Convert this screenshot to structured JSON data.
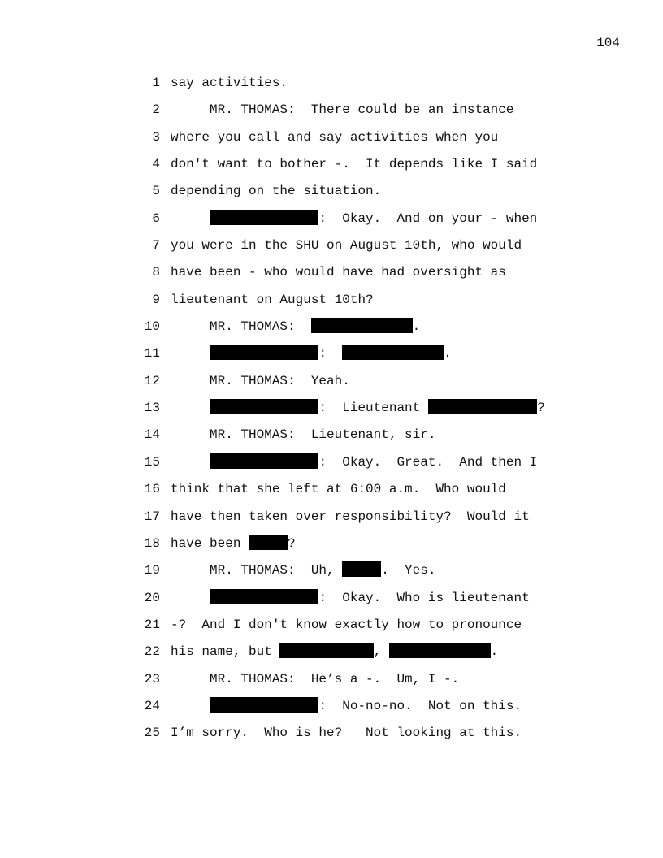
{
  "page": {
    "number": "104"
  },
  "redaction_color": "#000000",
  "transcript": {
    "lines": [
      {
        "num": "1",
        "segments": [
          {
            "t": "say activities."
          }
        ]
      },
      {
        "num": "2",
        "segments": [
          {
            "t": "     MR. THOMAS:  There could be an instance"
          }
        ]
      },
      {
        "num": "3",
        "segments": [
          {
            "t": "where you call and say activities when you"
          }
        ]
      },
      {
        "num": "4",
        "segments": [
          {
            "t": "don't want to bother -.  It depends like I said"
          }
        ]
      },
      {
        "num": "5",
        "segments": [
          {
            "t": "depending on the situation."
          }
        ]
      },
      {
        "num": "6",
        "segments": [
          {
            "t": "     "
          },
          {
            "r": 14
          },
          {
            "t": ":  Okay.  And on your - when"
          }
        ]
      },
      {
        "num": "7",
        "segments": [
          {
            "t": "you were in the SHU on August 10th, who would"
          }
        ]
      },
      {
        "num": "8",
        "segments": [
          {
            "t": "have been - who would have had oversight as"
          }
        ]
      },
      {
        "num": "9",
        "segments": [
          {
            "t": "lieutenant on August 10th?"
          }
        ]
      },
      {
        "num": "10",
        "segments": [
          {
            "t": "     MR. THOMAS:  "
          },
          {
            "r": 13
          },
          {
            "t": "."
          }
        ]
      },
      {
        "num": "11",
        "segments": [
          {
            "t": "     "
          },
          {
            "r": 14
          },
          {
            "t": ":  "
          },
          {
            "r": 13
          },
          {
            "t": "."
          }
        ]
      },
      {
        "num": "12",
        "segments": [
          {
            "t": "     MR. THOMAS:  Yeah."
          }
        ]
      },
      {
        "num": "13",
        "segments": [
          {
            "t": "     "
          },
          {
            "r": 14
          },
          {
            "t": ":  Lieutenant "
          },
          {
            "r": 14
          },
          {
            "t": "?"
          }
        ]
      },
      {
        "num": "14",
        "segments": [
          {
            "t": "     MR. THOMAS:  Lieutenant, sir."
          }
        ]
      },
      {
        "num": "15",
        "segments": [
          {
            "t": "     "
          },
          {
            "r": 14
          },
          {
            "t": ":  Okay.  Great.  And then I"
          }
        ]
      },
      {
        "num": "16",
        "segments": [
          {
            "t": "think that she left at 6:00 a.m.  Who would"
          }
        ]
      },
      {
        "num": "17",
        "segments": [
          {
            "t": "have then taken over responsibility?  Would it"
          }
        ]
      },
      {
        "num": "18",
        "segments": [
          {
            "t": "have been "
          },
          {
            "r": 5
          },
          {
            "t": "?"
          }
        ]
      },
      {
        "num": "19",
        "segments": [
          {
            "t": "     MR. THOMAS:  Uh, "
          },
          {
            "r": 5
          },
          {
            "t": ".  Yes."
          }
        ]
      },
      {
        "num": "20",
        "segments": [
          {
            "t": "     "
          },
          {
            "r": 14
          },
          {
            "t": ":  Okay.  Who is lieutenant"
          }
        ]
      },
      {
        "num": "21",
        "segments": [
          {
            "t": "-?  And I don't know exactly how to pronounce"
          }
        ]
      },
      {
        "num": "22",
        "segments": [
          {
            "t": "his name, but "
          },
          {
            "r": 12
          },
          {
            "t": ", "
          },
          {
            "r": 13
          },
          {
            "t": "."
          }
        ]
      },
      {
        "num": "23",
        "segments": [
          {
            "t": "     MR. THOMAS:  He’s a -.  Um, I -."
          }
        ]
      },
      {
        "num": "24",
        "segments": [
          {
            "t": "     "
          },
          {
            "r": 14
          },
          {
            "t": ":  No-no-no.  Not on this."
          }
        ]
      },
      {
        "num": "25",
        "segments": [
          {
            "t": "I’m sorry.  Who is he?   Not looking at this."
          }
        ]
      }
    ]
  }
}
